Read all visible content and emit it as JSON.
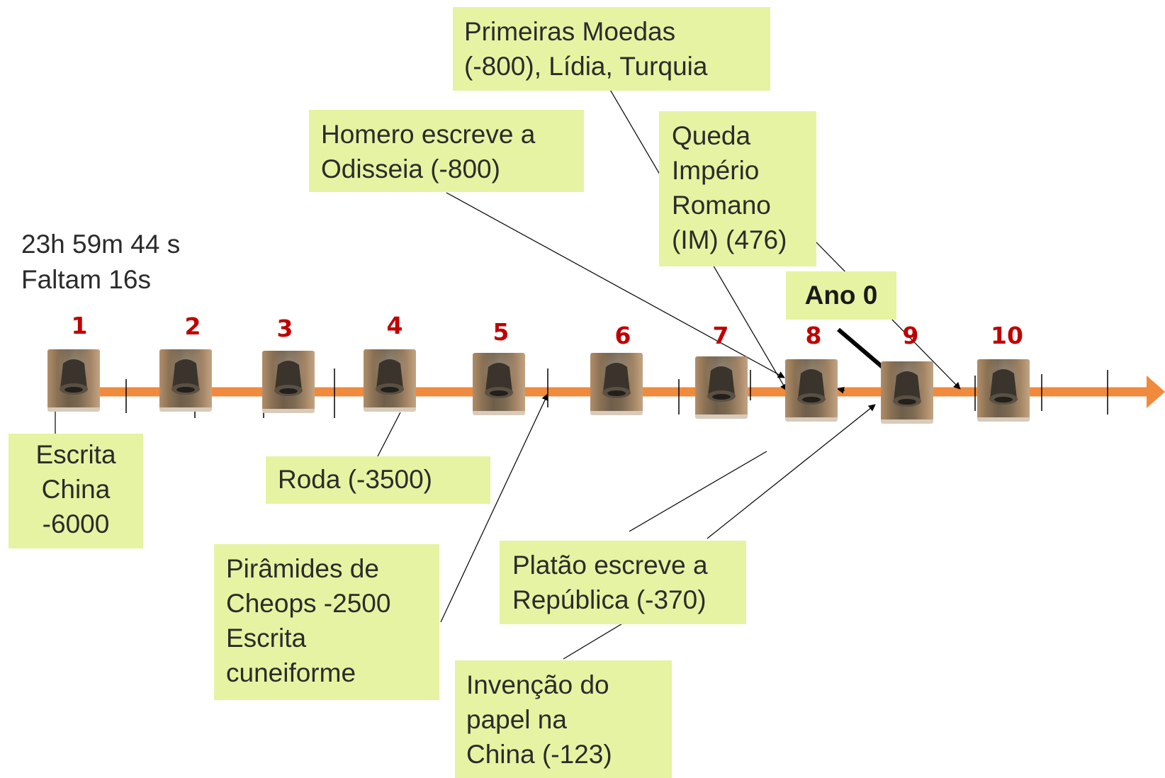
{
  "clock": {
    "time": "23h 59m 44 s",
    "remaining": "Faltam 16s"
  },
  "year_zero_label": "Ano 0",
  "timeline": {
    "axis_color": "#f08a3c",
    "number_color": "#c00000",
    "box_color": "#e6f3a2",
    "bell_icon": "bell-icon",
    "markers": [
      "1",
      "2",
      "3",
      "4",
      "5",
      "6",
      "7",
      "8",
      "9",
      "10"
    ]
  },
  "events": {
    "escrita_china": [
      "Escrita",
      "China",
      "-6000"
    ],
    "roda": [
      "Roda (-3500)"
    ],
    "piramides": [
      "Pirâmides de",
      "Cheops  -2500",
      "Escrita",
      "cuneiforme"
    ],
    "homero": [
      "Homero escreve a",
      "Odisseia (-800)"
    ],
    "moedas": [
      "Primeiras Moedas",
      "(-800), Lídia, Turquia"
    ],
    "queda_roma": [
      "Queda",
      "Império",
      "Romano",
      "(IM) (476)"
    ],
    "platao": [
      "Platão escreve a",
      "República (-370)"
    ],
    "papel": [
      "Invenção do",
      "papel na",
      "China (-123)"
    ]
  }
}
